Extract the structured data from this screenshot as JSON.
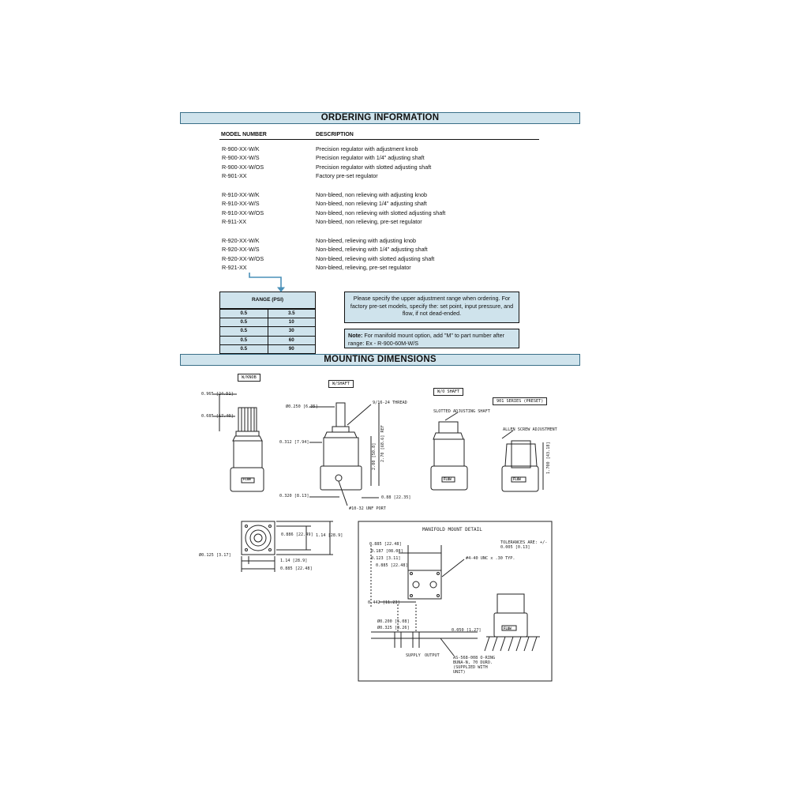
{
  "ordering": {
    "title": "ORDERING INFORMATION",
    "col_model": "MODEL NUMBER",
    "col_desc": "DESCRIPTION",
    "groups": [
      [
        {
          "model": "R-900-XX-W/K",
          "desc": "Precision regulator with adjustment knob"
        },
        {
          "model": "R-900-XX-W/S",
          "desc": "Precision regulator with 1/4\" adjusting shaft"
        },
        {
          "model": "R-900-XX-W/OS",
          "desc": "Precision regulator with slotted adjusting shaft"
        },
        {
          "model": "R-901-XX",
          "desc": "Factory pre-set regulator"
        }
      ],
      [
        {
          "model": "R-910-XX-W/K",
          "desc": "Non-bleed, non relieving with adjusting knob"
        },
        {
          "model": "R-910-XX-W/S",
          "desc": "Non-bleed, non relieving 1/4\" adjusting shaft"
        },
        {
          "model": "R-910-XX-W/OS",
          "desc": "Non-bleed, non relieving with slotted adjusting shaft"
        },
        {
          "model": "R-911-XX",
          "desc": "Non-bleed, non relieving, pre-set regulator"
        }
      ],
      [
        {
          "model": "R-920-XX-W/K",
          "desc": "Non-bleed, relieving with adjusting knob"
        },
        {
          "model": "R-920-XX-W/S",
          "desc": "Non-bleed, relieving with 1/4\" adjusting shaft"
        },
        {
          "model": "R-920-XX-W/OS",
          "desc": "Non-bleed, relieving with slotted adjusting shaft"
        },
        {
          "model": "R-921-XX",
          "desc": "Non-bleed, relieving, pre-set regulator"
        }
      ]
    ]
  },
  "range_table": {
    "title": "RANGE (PSI)",
    "rows": [
      [
        "0.5",
        "3.5"
      ],
      [
        "0.5",
        "10"
      ],
      [
        "0.5",
        "30"
      ],
      [
        "0.5",
        "60"
      ],
      [
        "0.5",
        "90"
      ]
    ]
  },
  "notes": {
    "upper_range": "Please specify the upper adjustment range when ordering. For factory pre-set models, specify the: set point, input pressure, and flow, if not dead-ended.",
    "manifold_label": "Note:",
    "manifold_text": " For manifold mount option, add \"M\" to part number after range: Ex - R-900-60M-W/S"
  },
  "mounting": {
    "title": "MOUNTING DIMENSIONS",
    "view_knob": "W/KNOB",
    "view_shaft": "W/SHAFT",
    "view_noshaft": "W/O SHAFT",
    "view_preset": "901 SERIES (PRESET)",
    "dim_965": "0.965 [24.51]",
    "dim_685": "0.685 [17.40]",
    "dim_250": "Ø0.250 [6.35]",
    "thread": "9/16-24 THREAD",
    "dim_312": "0.312 [7.94]",
    "dim_270": "2.70 [68.6] REF",
    "dim_200": "2.00 [50.8]",
    "dim_320": "0.320 [8.13]",
    "dim_88": "0.88 [22.35]",
    "port": "#10-32 UNF PORT",
    "slotted": "SLOTTED ADJUSTING SHAFT",
    "allen": "ALLEN SCREW ADJUSTMENT",
    "dim_1700": "1.700 [43.18]",
    "dim_886": "0.886 [22.49]",
    "dim_114": "1.14 [28.9]",
    "dim_125": "Ø0.125 [3.17]",
    "dim_114b": "1.14 [28.9]",
    "dim_886b": "0.885 [22.48]",
    "flow": "FLOW"
  },
  "manifold": {
    "title": "MANIFOLD MOUNT DETAIL",
    "tolerance": "TOLERANCES ARE: +/- 0.005 [0.13]",
    "d1": "0.885 [22.48]",
    "d2": "0.187 [08.08]",
    "d3": "0.123 [3.11]",
    "d4": "0.885 [22.48]",
    "screws": "#4-40 UNC x .30 TYP.",
    "d5": "0.442 [11.23]",
    "d6": "Ø0.200 [5.08]",
    "d7": "Ø0.325 [8.26]",
    "d8": "0.050 [1.27]",
    "supply": "SUPPLY",
    "output": "OUTPUT",
    "oring": "AS-568-008 O-RING BUNA-N, 70 DURO. (SUPPLIED WITH UNIT)"
  }
}
